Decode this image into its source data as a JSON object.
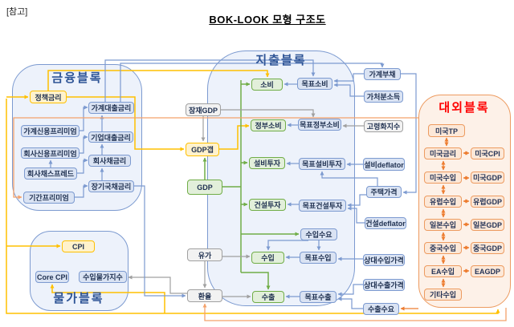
{
  "note": "[참고]",
  "title": "BOK-LOOK 모형 구조도",
  "blocks": {
    "financial": {
      "title": "금융블록"
    },
    "expenditure": {
      "title": "지출블록"
    },
    "price": {
      "title": "물가블록"
    },
    "external": {
      "title": "대외블록"
    }
  },
  "nodes": {
    "policy_rate": {
      "label": "정책금리"
    },
    "household_loan_rate": {
      "label": "가계대출금리"
    },
    "household_credit_premium": {
      "label": "가계신용프리미엄"
    },
    "corporate_loan_rate": {
      "label": "기업대출금리"
    },
    "corporate_credit_premium": {
      "label": "회사신용프리미엄"
    },
    "corporate_bond_rate": {
      "label": "회사채금리"
    },
    "corporate_bond_spread": {
      "label": "회사채스프레드"
    },
    "long_term_treasury_rate": {
      "label": "장기국채금리"
    },
    "term_premium": {
      "label": "기간프리미엄"
    },
    "cpi": {
      "label": "CPI"
    },
    "core_cpi": {
      "label": "Core CPI"
    },
    "import_price_index": {
      "label": "수입물가지수"
    },
    "potential_gdp": {
      "label": "잠재GDP"
    },
    "gdp_gap": {
      "label": "GDP갭"
    },
    "gdp": {
      "label": "GDP"
    },
    "oil_price": {
      "label": "유가"
    },
    "exchange_rate": {
      "label": "환율"
    },
    "consumption": {
      "label": "소비"
    },
    "target_consumption": {
      "label": "목표소비"
    },
    "govt_consumption": {
      "label": "정부소비"
    },
    "target_govt_consumption": {
      "label": "목표정부소비"
    },
    "facility_investment": {
      "label": "설비투자"
    },
    "target_facility_investment": {
      "label": "목표설비투자"
    },
    "construction_investment": {
      "label": "건설투자"
    },
    "target_construction_investment": {
      "label": "목표건설투자"
    },
    "import_demand": {
      "label": "수입수요"
    },
    "imports": {
      "label": "수입"
    },
    "target_imports": {
      "label": "목표수입"
    },
    "exports": {
      "label": "수출"
    },
    "target_exports": {
      "label": "목표수출"
    },
    "household_debt": {
      "label": "가계부채"
    },
    "disposable_income": {
      "label": "가처분소득"
    },
    "aging_index": {
      "label": "고령화지수"
    },
    "facility_deflator": {
      "label": "설비deflator"
    },
    "housing_price": {
      "label": "주택가격"
    },
    "construction_deflator": {
      "label": "건설deflator"
    },
    "relative_import_price": {
      "label": "상대수입가격"
    },
    "relative_export_price": {
      "label": "상대수출가격"
    },
    "export_demand": {
      "label": "수출수요"
    },
    "us_tp": {
      "label": "미국TP"
    },
    "us_rate": {
      "label": "미국금리"
    },
    "us_cpi": {
      "label": "미국CPI"
    },
    "us_imports": {
      "label": "미국수입"
    },
    "us_gdp": {
      "label": "미국GDP"
    },
    "eu_imports": {
      "label": "유럽수입"
    },
    "eu_gdp": {
      "label": "유럽GDP"
    },
    "jp_imports": {
      "label": "일본수입"
    },
    "jp_gdp": {
      "label": "일본GDP"
    },
    "cn_imports": {
      "label": "중국수입"
    },
    "cn_gdp": {
      "label": "중국GDP"
    },
    "ea_imports": {
      "label": "EA수입"
    },
    "ea_gdp": {
      "label": "EAGDP"
    },
    "other_imports": {
      "label": "기타수입"
    }
  },
  "palette": {
    "yellow_fill": "#fff2cc",
    "yellow_border": "#ffc000",
    "green_fill": "#e2efda",
    "green_border": "#70ad47",
    "blue_fill": "#dae3f3",
    "blue_border": "#7c9ad0",
    "gray_fill": "#f2f2f2",
    "gray_border": "#a0a0a0",
    "orange_fill": "#fce8d8",
    "orange_border": "#ed9b60",
    "block_blue_fill": "#edf2fb",
    "block_orange_fill": "#fdf1e8",
    "block_title_blue": "#2e5496",
    "block_title_red": "#fe0000",
    "arrow_yellow": "#ffc000",
    "arrow_green": "#70ad47",
    "arrow_blue": "#7c9ad0",
    "arrow_gray": "#a0a0a0",
    "arrow_orange": "#ed7d31",
    "arrow_peach": "#f4a26b"
  }
}
